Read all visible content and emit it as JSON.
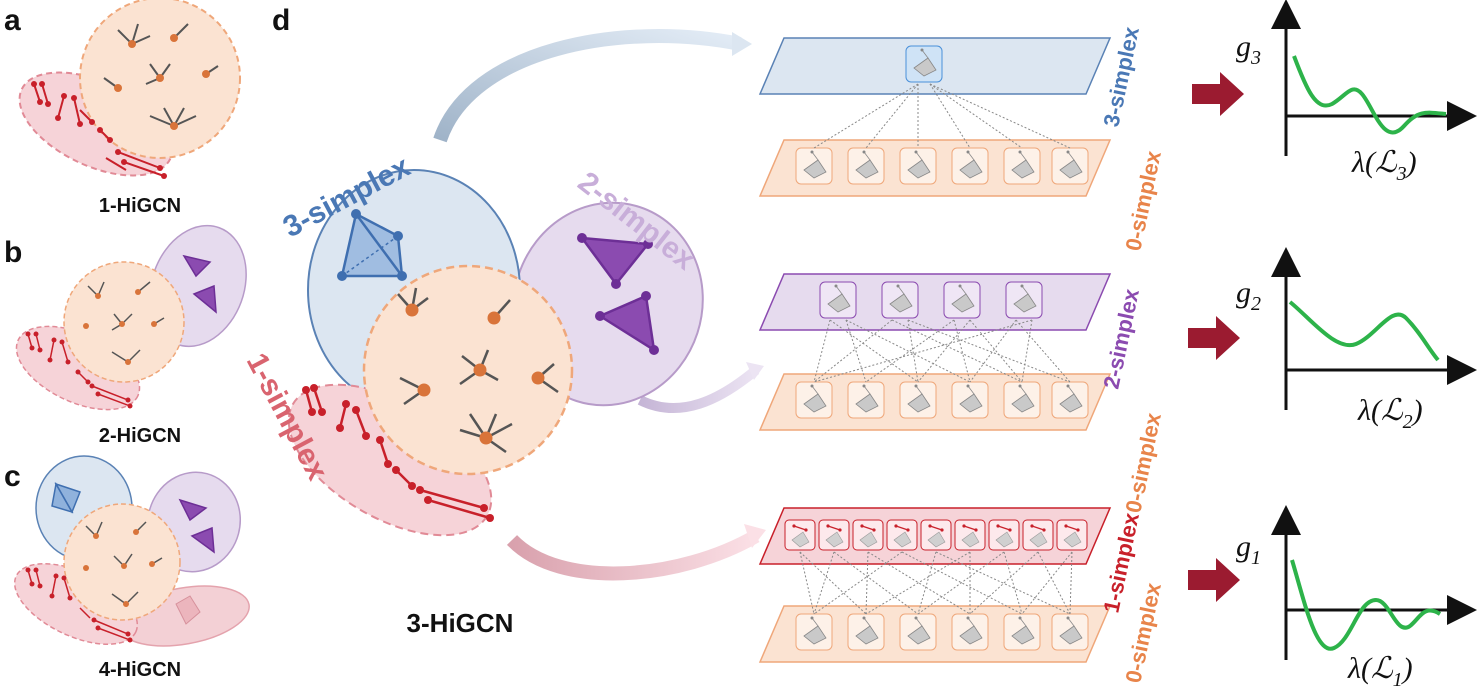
{
  "panels": {
    "a": {
      "letter": "a",
      "title": "1-HiGCN"
    },
    "b": {
      "letter": "b",
      "title": "2-HiGCN"
    },
    "c": {
      "letter": "c",
      "title": "4-HiGCN"
    },
    "d": {
      "letter": "d",
      "title": "3-HiGCN"
    }
  },
  "main_diagram": {
    "labels": {
      "s3": "3-simplex",
      "s2": "2-simplex",
      "s1": "1-simplex"
    }
  },
  "layers": {
    "top": {
      "upper": "3-simplex",
      "lower": "0-simplex"
    },
    "middle": {
      "upper": "2-simplex",
      "lower": "0-simplex"
    },
    "bottom": {
      "upper": "1-simplex",
      "lower": "0-simplex"
    }
  },
  "filters": [
    {
      "g": "g",
      "g_sub": "3",
      "lambda": "λ(ℒ",
      "lambda_sub": "3",
      "close": ")"
    },
    {
      "g": "g",
      "g_sub": "2",
      "lambda": "λ(ℒ",
      "lambda_sub": "2",
      "close": ")"
    },
    {
      "g": "g",
      "g_sub": "1",
      "lambda": "λ(ℒ",
      "lambda_sub": "1",
      "close": ")"
    }
  ],
  "colors": {
    "orange": "#e8844a",
    "orange_fill": "#fbe3d2",
    "blue": "#4a78b5",
    "blue_fill": "#dce6f1",
    "purple": "#8b4bb0",
    "purple_fill": "#e6dbee",
    "red": "#c8202a",
    "red_fill": "#f6d3d8",
    "green": "#2db34a",
    "arrow": "#9b1b30"
  }
}
